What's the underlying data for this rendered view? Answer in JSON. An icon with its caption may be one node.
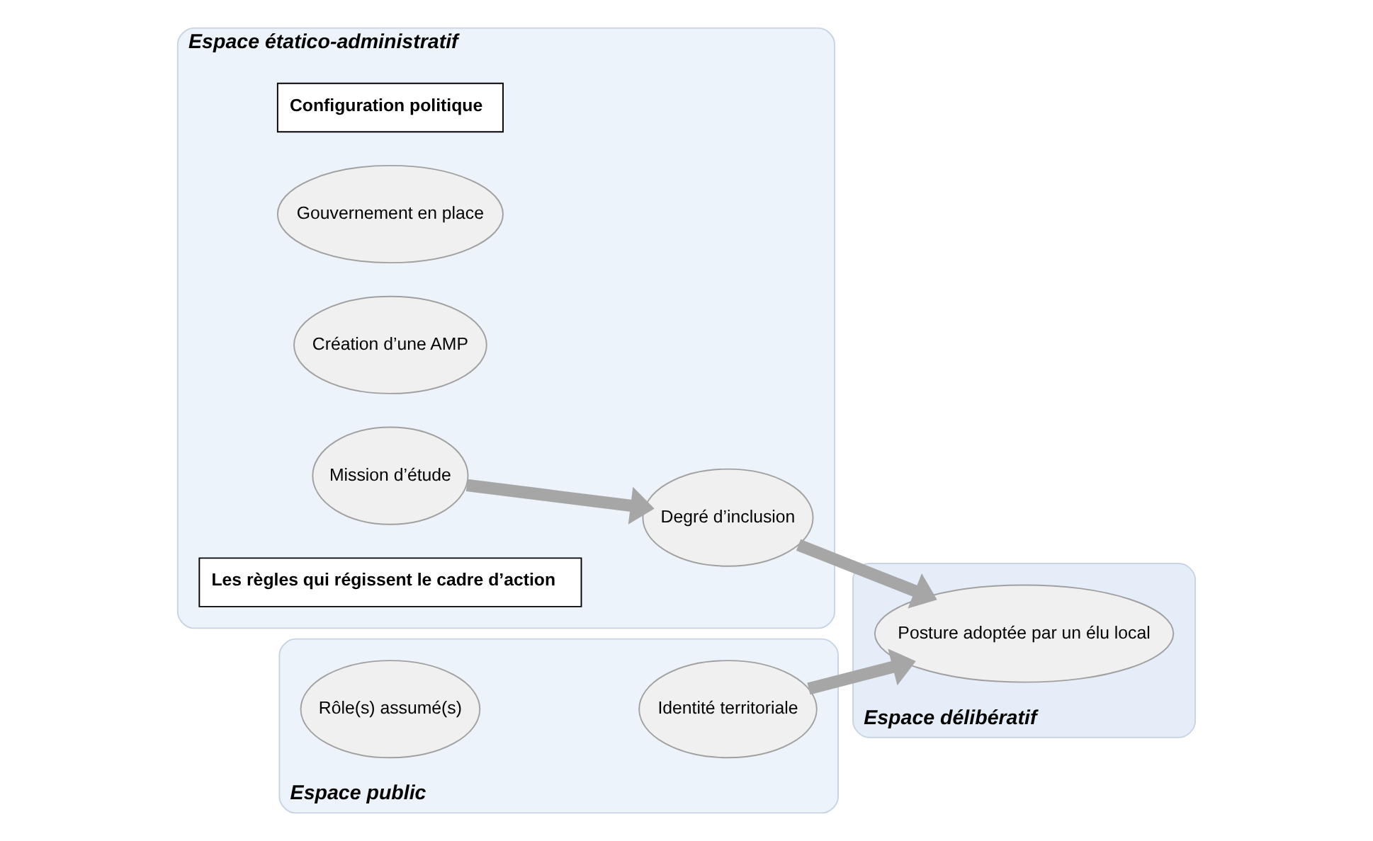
{
  "diagram": {
    "nodes": [
      {
        "text": [
          "Espace étatico-administratif"
        ]
      },
      {
        "text": [
          "Configuration politique"
        ],
        "in": 0
      },
      {
        "text": [
          "Gouvernement en place"
        ],
        "in": 0
      },
      {
        "text": [
          "Création d’une AMP"
        ],
        "in": 0
      },
      {
        "text": [
          "Mission d’étude"
        ],
        "in": 0
      },
      {
        "text": [
          "Les règles qui régissent le cadre d’action"
        ],
        "in": 0
      },
      {
        "text": [
          "Degré d’inclusion"
        ],
        "in": 0
      },
      {
        "text": [
          "Espace délibératif"
        ]
      },
      {
        "text": [
          "Posture adoptée par un élu local"
        ],
        "in": 7
      },
      {
        "text": [
          "Espace public"
        ]
      },
      {
        "text": [
          "Rôle(s) assumé(s)"
        ],
        "in": 9
      },
      {
        "text": [
          "Identité territoriale"
        ],
        "in": 9
      }
    ],
    "edges": [
      {
        "from": 4,
        "to": 6,
        "arrow": "to"
      },
      {
        "from": 6,
        "to": 8,
        "arrow": "to"
      },
      {
        "from": 11,
        "to": 8,
        "arrow": "to"
      }
    ]
  }
}
